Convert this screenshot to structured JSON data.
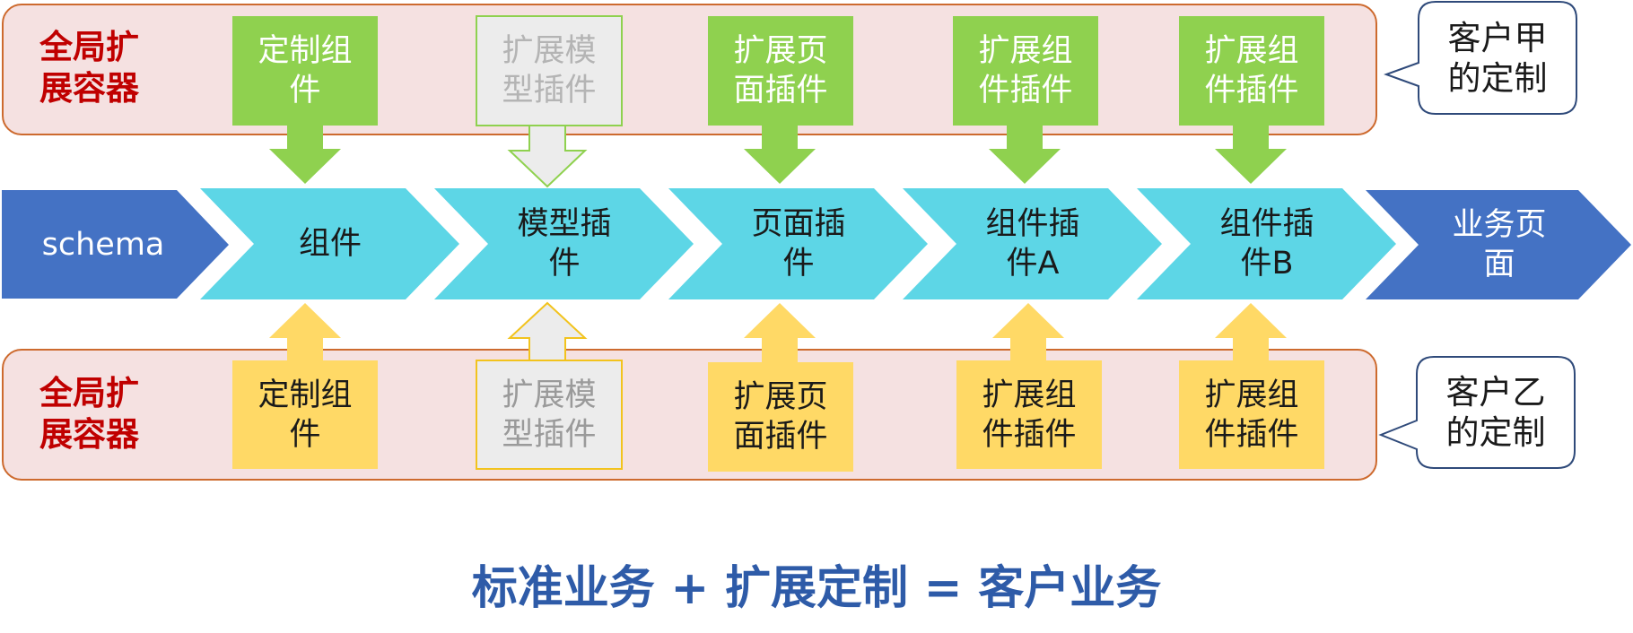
{
  "top_band": {
    "label": "全局扩\n展容器",
    "items": [
      "定制组\n件",
      "扩展模\n型插件",
      "扩展页\n面插件",
      "扩展组\n件插件",
      "扩展组\n件插件"
    ]
  },
  "bottom_band": {
    "label": "全局扩\n展容器",
    "items": [
      "定制组\n件",
      "扩展模\n型插件",
      "扩展页\n面插件",
      "扩展组\n件插件",
      "扩展组\n件插件"
    ]
  },
  "pipeline": [
    "schema",
    "组件",
    "模型插\n件",
    "页面插\n件",
    "组件插\n件A",
    "组件插\n件B",
    "业务页\n面"
  ],
  "callouts": {
    "top": "客户甲\n的定制",
    "bottom": "客户乙\n的定制"
  },
  "slogan": "标准业务 + 扩展定制 = 客户业务",
  "colors": {
    "dark_chevron": "#4472c4",
    "light_chevron": "#5dd6e6",
    "green": "#8fd14f",
    "yellow": "#ffd966",
    "band_fill": "#f5e1e1",
    "band_border": "#cd6a2e",
    "label_red": "#c00000",
    "slogan_blue": "#2e5ba8",
    "callout_border": "#2f4a7a"
  }
}
